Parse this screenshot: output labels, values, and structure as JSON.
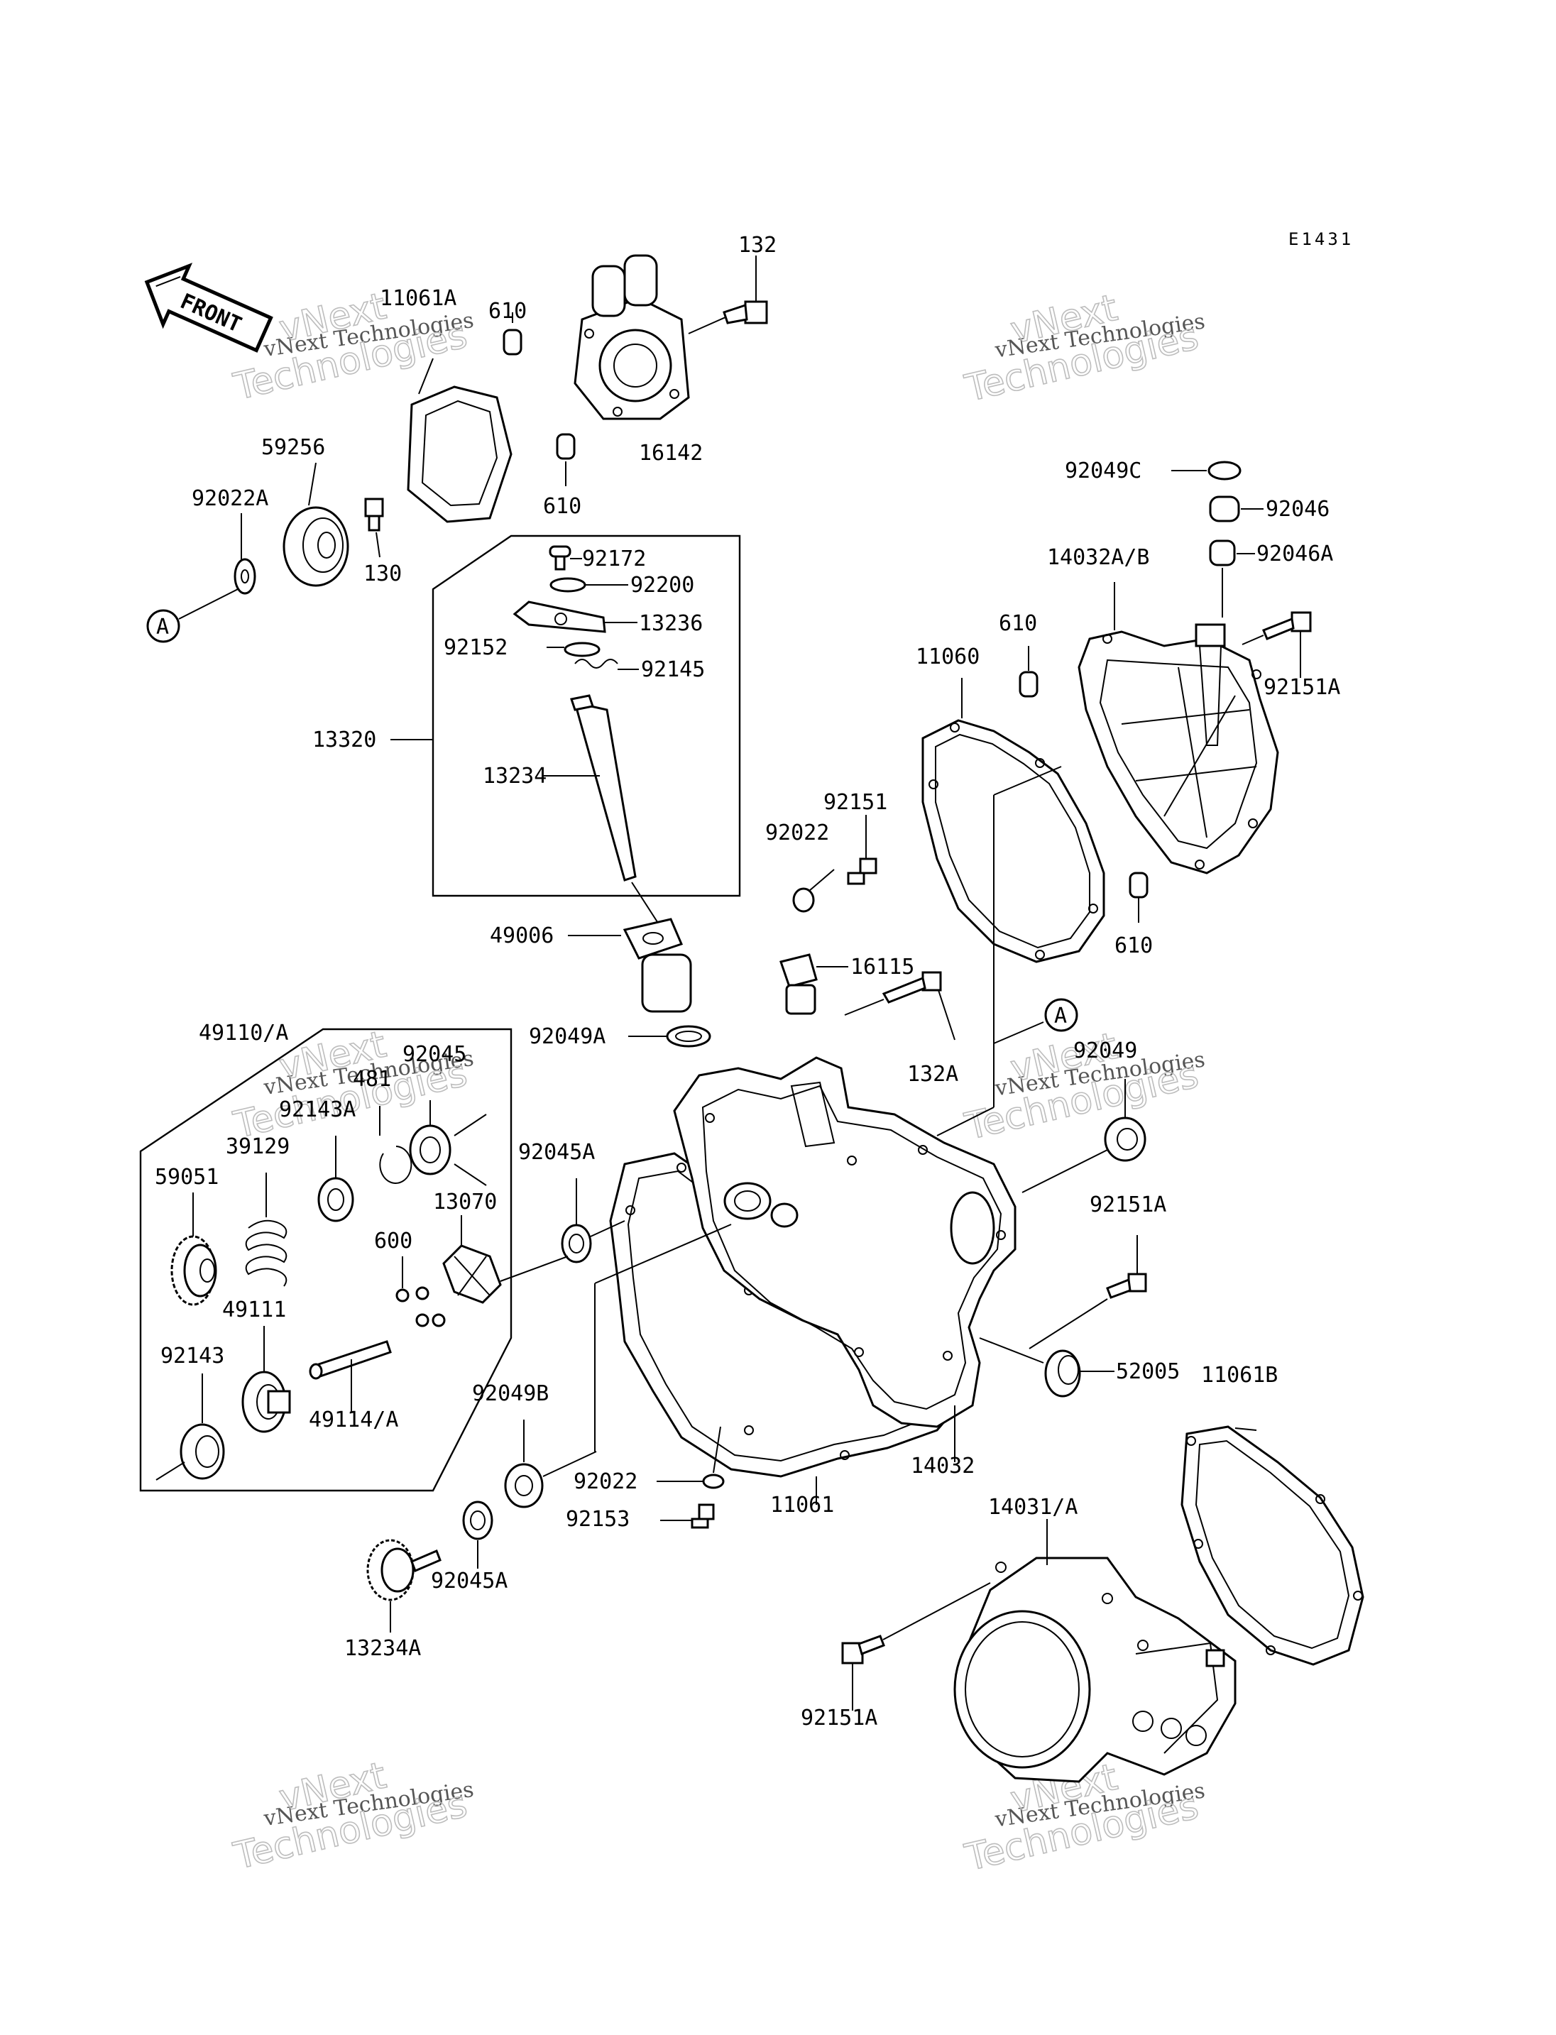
{
  "diagram_code": "E1431",
  "front_label": "FRONT",
  "ref_mark": "A",
  "watermark": {
    "line1": "vNext Technologies",
    "line2": "vNext\nTechnologies"
  },
  "part_labels": {
    "p132": "132",
    "p610a": "610",
    "p11061A": "11061A",
    "p16142": "16142",
    "p610b": "610",
    "p59256": "59256",
    "p92022A": "92022A",
    "p130": "130",
    "p92172": "92172",
    "p92200": "92200",
    "p13236": "13236",
    "p92152": "92152",
    "p92145": "92145",
    "p13320": "13320",
    "p13234": "13234",
    "p49006": "49006",
    "p92049C": "92049C",
    "p92046": "92046",
    "p92046A": "92046A",
    "p14032AB": "14032A/B",
    "p610c": "610",
    "p11060": "11060",
    "p92151A_a": "92151A",
    "p92151": "92151",
    "p92022a": "92022",
    "p610d": "610",
    "p16115": "16115",
    "p92049A": "92049A",
    "p132A": "132A",
    "p92049": "92049",
    "p49110A": "49110/A",
    "p92045": "92045",
    "p481": "481",
    "p92143A": "92143A",
    "p39129": "39129",
    "p59051": "59051",
    "p92045A_a": "92045A",
    "p13070": "13070",
    "p600": "600",
    "p49111": "49111",
    "p92143": "92143",
    "p49114A": "49114/A",
    "p92151A_b": "92151A",
    "p52005": "52005",
    "p11061B": "11061B",
    "p92049B": "92049B",
    "p92022b": "92022",
    "p92153": "92153",
    "p11061": "11061",
    "p14032": "14032",
    "p14031A": "14031/A",
    "p92045A_b": "92045A",
    "p13234A": "13234A",
    "p92151A_c": "92151A"
  }
}
